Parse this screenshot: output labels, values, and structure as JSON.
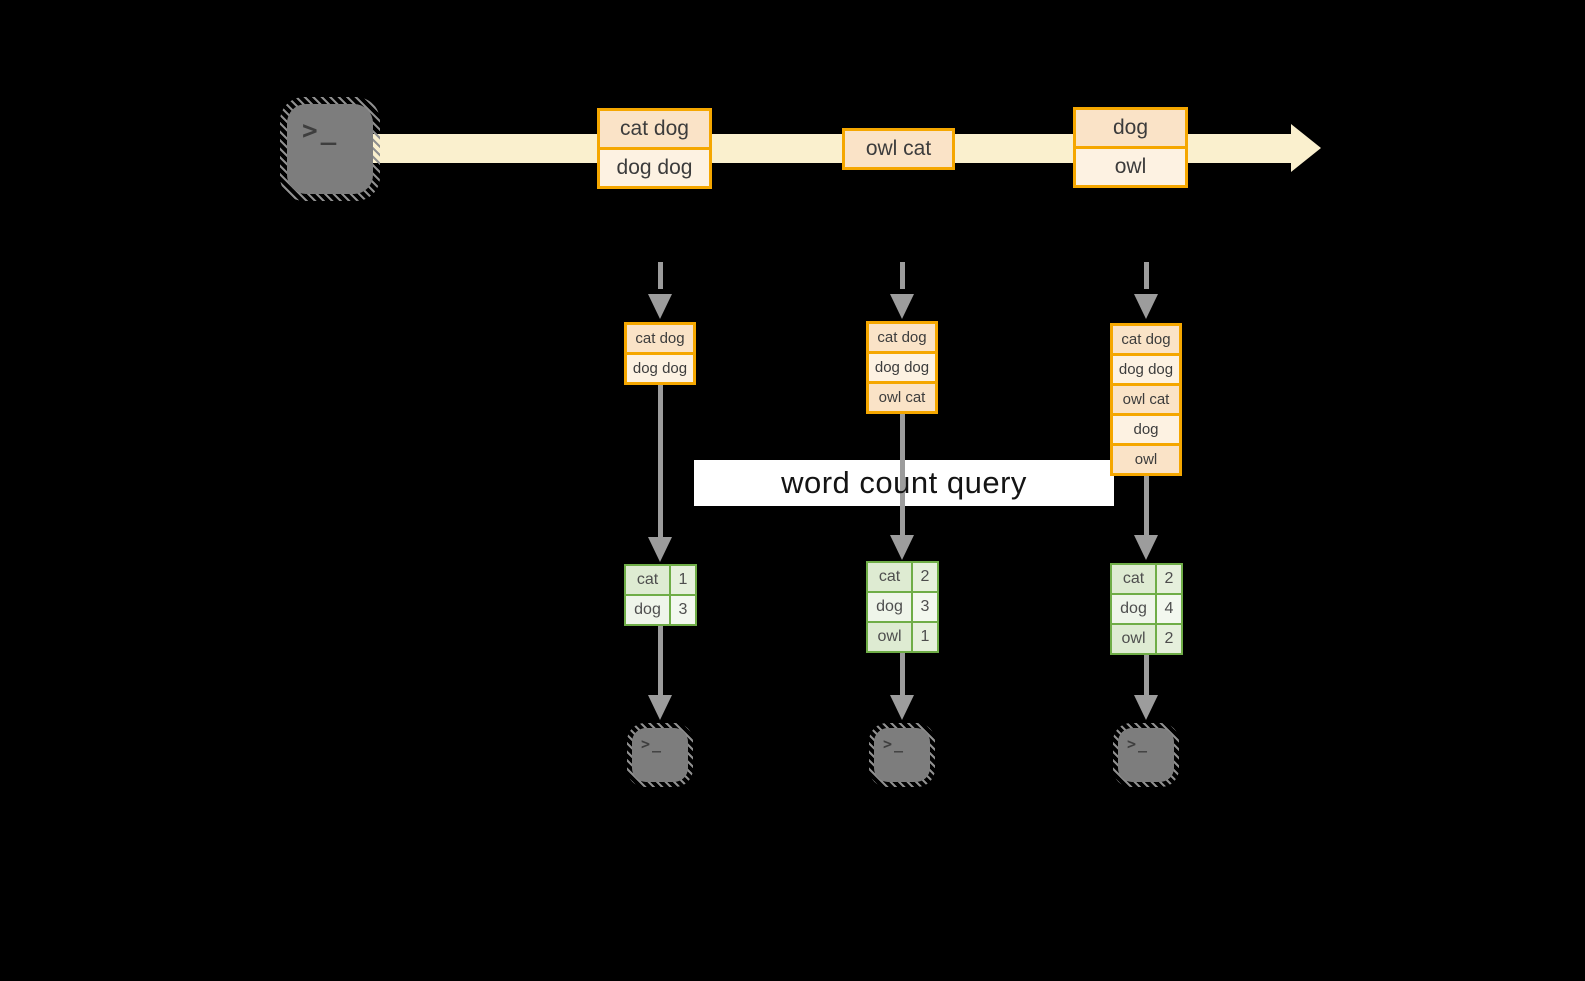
{
  "colors": {
    "background": "#000000",
    "stream_arrow": "#FAF0CE",
    "record_border": "#F5A700",
    "record_fill_a": "#FAE3C7",
    "record_fill_b": "#FDF2E2",
    "table_border": "#6FAD47",
    "table_fill_a": "#DEEBD2",
    "table_fill_b": "#EFF5EA",
    "connector_gray": "#9C9C9C",
    "terminal_fill": "#7D7D7D",
    "banner_bg": "#FFFFFF"
  },
  "source": {
    "terminal_glyph": ">_"
  },
  "stream": {
    "batches": [
      {
        "lines": [
          "cat dog",
          "dog dog"
        ]
      },
      {
        "lines": [
          "owl cat"
        ]
      },
      {
        "lines": [
          "dog",
          "owl"
        ]
      }
    ]
  },
  "query_banner": {
    "label": "word count query"
  },
  "columns": [
    {
      "input_lines": [
        "cat dog",
        "dog dog"
      ],
      "counts": [
        {
          "word": "cat",
          "count": 1
        },
        {
          "word": "dog",
          "count": 3
        }
      ],
      "terminal_glyph": ">_"
    },
    {
      "input_lines": [
        "cat dog",
        "dog dog",
        "owl cat"
      ],
      "counts": [
        {
          "word": "cat",
          "count": 2
        },
        {
          "word": "dog",
          "count": 3
        },
        {
          "word": "owl",
          "count": 1
        }
      ],
      "terminal_glyph": ">_"
    },
    {
      "input_lines": [
        "cat dog",
        "dog dog",
        "owl cat",
        "dog",
        "owl"
      ],
      "counts": [
        {
          "word": "cat",
          "count": 2
        },
        {
          "word": "dog",
          "count": 4
        },
        {
          "word": "owl",
          "count": 2
        }
      ],
      "terminal_glyph": ">_"
    }
  ]
}
